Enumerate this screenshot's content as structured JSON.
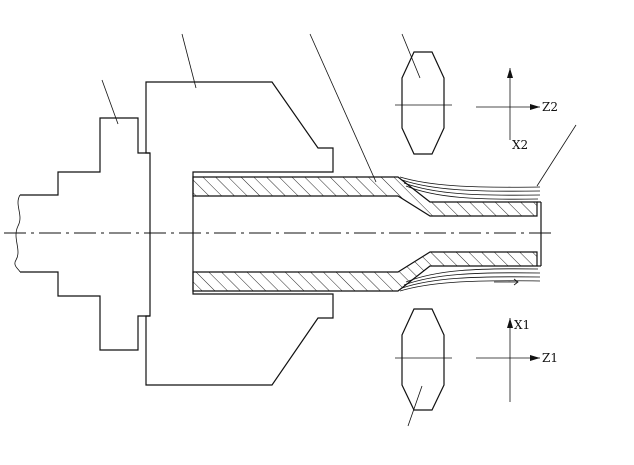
{
  "axes": {
    "upper": {
      "x_label": "X2",
      "z_label": "Z2"
    },
    "lower": {
      "x_label": "X1",
      "z_label": "Z1"
    }
  }
}
